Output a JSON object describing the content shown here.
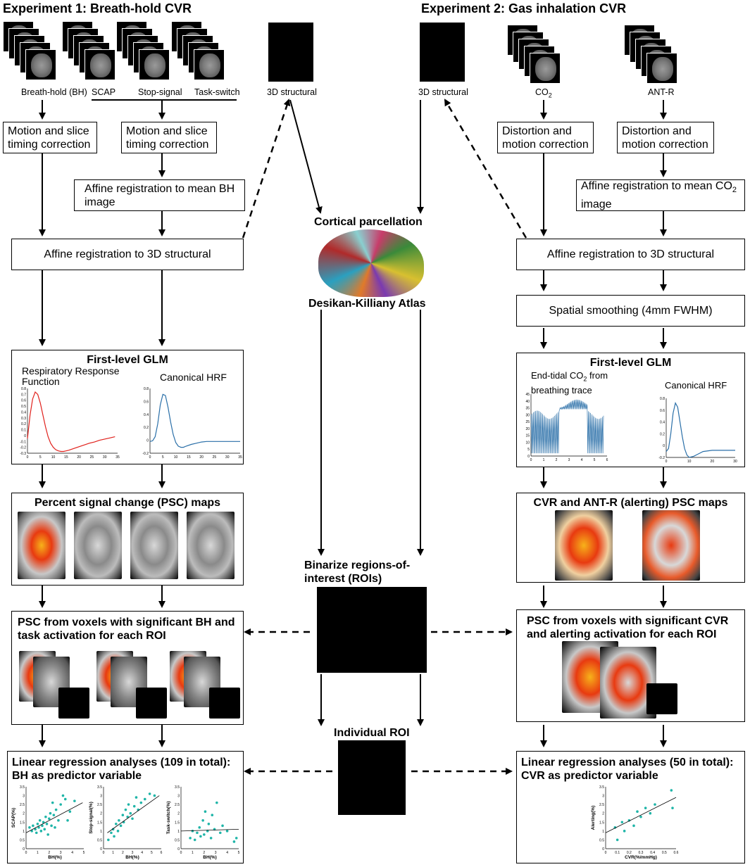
{
  "exp1": {
    "title": "Experiment 1: Breath-hold CVR",
    "inputs": {
      "bh": "Breath-hold (BH)",
      "scap": "SCAP",
      "stop": "Stop-signal",
      "task": "Task-switch",
      "struct": "3D structural"
    },
    "motion1": "Motion and slice timing correction",
    "motion2": "Motion and slice timing correction",
    "affine_mean": "Affine registration to mean BH image",
    "affine_struct": "Affine registration to 3D structural",
    "glm": {
      "title": "First-level GLM",
      "rrf": "Respiratory Response Function",
      "hrf": "Canonical HRF"
    },
    "psc": "Percent signal change (PSC) maps",
    "psc_voxels": "PSC from voxels with significant BH and task activation for each ROI",
    "regression": "Linear regression analyses (109 in total): BH as predictor variable"
  },
  "exp2": {
    "title": "Experiment 2: Gas inhalation CVR",
    "inputs": {
      "struct": "3D structural",
      "co2_main": "CO",
      "co2_sub": "2",
      "antr": "ANT-R"
    },
    "dist1": "Distortion and motion correction",
    "dist2": "Distortion and motion correction",
    "affine_mean_main": "Affine registration to mean CO",
    "affine_mean_sub": "2",
    "affine_mean_tail": "image",
    "affine_struct": "Affine registration to 3D structural",
    "smoothing": "Spatial smoothing (4mm FWHM)",
    "glm": {
      "title": "First-level GLM",
      "etco2_a": "End-tidal CO",
      "etco2_sub": "2",
      "etco2_b": " from",
      "etco2_c": "breathing trace",
      "hrf": "Canonical HRF"
    },
    "psc": "CVR and ANT-R (alerting) PSC maps",
    "psc_voxels": "PSC from voxels with significant CVR and alerting activation for each ROI",
    "regression": "Linear regression analyses (50 in total): CVR as predictor variable"
  },
  "center": {
    "cortical": "Cortical parcellation",
    "atlas": "Desikan-Killiany Atlas",
    "binarize": "Binarize regions-of-interest (ROIs)",
    "individual": "Individual ROI"
  },
  "colors": {
    "rrf": "#e0201b",
    "hrf": "#2a6fa8",
    "scatter": "#1fb5a8",
    "psc_hot": "#e83a10",
    "psc_warm": "#f7b21a"
  },
  "chart_data": [
    {
      "type": "line",
      "name": "rrf",
      "xlim": [
        0,
        35
      ],
      "ylim": [
        -0.3,
        0.8
      ],
      "xticks": [
        "0",
        "5",
        "10",
        "15",
        "20",
        "25",
        "30",
        "35"
      ],
      "yticks": [
        "-0.3",
        "-0.2",
        "-0.1",
        "0",
        "0.1",
        "0.2",
        "0.3",
        "0.4",
        "0.5",
        "0.6",
        "0.7",
        "0.8"
      ],
      "x": [
        0,
        1,
        2,
        3,
        4,
        5,
        6,
        7,
        8,
        9,
        10,
        11,
        12,
        13,
        14,
        15,
        16,
        18,
        20,
        22,
        24,
        26,
        28,
        30,
        32,
        34
      ],
      "y": [
        -0.05,
        0.35,
        0.62,
        0.74,
        0.7,
        0.55,
        0.35,
        0.15,
        -0.02,
        -0.13,
        -0.2,
        -0.24,
        -0.26,
        -0.27,
        -0.27,
        -0.26,
        -0.25,
        -0.22,
        -0.19,
        -0.16,
        -0.13,
        -0.11,
        -0.08,
        -0.06,
        -0.04,
        -0.02
      ]
    },
    {
      "type": "line",
      "name": "hrf",
      "xlim": [
        0,
        35
      ],
      "ylim": [
        -0.2,
        0.9
      ],
      "xticks": [
        "0",
        "5",
        "10",
        "15",
        "20",
        "25",
        "30",
        "35"
      ],
      "yticks": [
        "-0.2",
        "0",
        "0.2",
        "0.4",
        "0.6",
        "0.8"
      ],
      "x": [
        0,
        1,
        2,
        3,
        4,
        5,
        6,
        7,
        8,
        9,
        10,
        11,
        12,
        13,
        14,
        16,
        18,
        20,
        22,
        25,
        30,
        35
      ],
      "y": [
        0,
        0.01,
        0.08,
        0.3,
        0.62,
        0.8,
        0.78,
        0.58,
        0.33,
        0.12,
        -0.02,
        -0.08,
        -0.1,
        -0.1,
        -0.08,
        -0.05,
        -0.03,
        -0.01,
        0,
        0,
        0,
        0
      ]
    },
    {
      "type": "line",
      "name": "etco2",
      "xlim": [
        0,
        6.5
      ],
      "ylim": [
        0,
        45
      ],
      "xticks": [
        "0",
        "1",
        "2",
        "3",
        "4",
        "5",
        "6"
      ],
      "yticks": [
        "0",
        "5",
        "10",
        "15",
        "20",
        "25",
        "30",
        "35",
        "40",
        "45"
      ]
    },
    {
      "type": "line",
      "name": "hrf2",
      "xlim": [
        0,
        30
      ],
      "ylim": [
        -0.1,
        0.9
      ],
      "xticks": [
        "0",
        "10",
        "20",
        "30"
      ],
      "yticks": [
        "-0.2",
        "0",
        "0.2",
        "0.4",
        "0.6",
        "0.8"
      ],
      "x": [
        0,
        1,
        2,
        3,
        4,
        5,
        6,
        7,
        8,
        9,
        10,
        12,
        14,
        16,
        20,
        25,
        30
      ],
      "y": [
        0,
        0.05,
        0.3,
        0.65,
        0.82,
        0.75,
        0.5,
        0.25,
        0.05,
        -0.06,
        -0.1,
        -0.08,
        -0.04,
        0,
        0.02,
        0.02,
        0.02
      ]
    },
    {
      "type": "scatter",
      "name": "scap",
      "xlabel": "BH(%)",
      "ylabel": "SCAP(%)",
      "xlim": [
        0,
        5
      ],
      "ylim": [
        0,
        3.5
      ],
      "xticks": [
        "0",
        "1",
        "2",
        "3",
        "4",
        "5"
      ],
      "yticks": [
        "0",
        "0.5",
        "1",
        "1.5",
        "2",
        "2.5",
        "3",
        "3.5"
      ],
      "points": [
        [
          0.3,
          1.2
        ],
        [
          0.5,
          1.0
        ],
        [
          0.6,
          1.3
        ],
        [
          0.8,
          1.1
        ],
        [
          0.9,
          0.9
        ],
        [
          1.0,
          1.4
        ],
        [
          1.1,
          1.2
        ],
        [
          1.2,
          1.6
        ],
        [
          1.3,
          1.0
        ],
        [
          1.4,
          1.3
        ],
        [
          1.5,
          1.5
        ],
        [
          1.6,
          1.1
        ],
        [
          1.7,
          1.8
        ],
        [
          1.8,
          1.4
        ],
        [
          1.9,
          0.8
        ],
        [
          2.0,
          1.7
        ],
        [
          2.1,
          2.0
        ],
        [
          2.2,
          1.3
        ],
        [
          2.3,
          2.6
        ],
        [
          2.4,
          1.9
        ],
        [
          2.5,
          1.2
        ],
        [
          2.6,
          2.2
        ],
        [
          2.8,
          1.6
        ],
        [
          3.0,
          2.5
        ],
        [
          3.2,
          3.0
        ],
        [
          3.4,
          2.8
        ],
        [
          3.6,
          1.6
        ],
        [
          3.8,
          2.1
        ],
        [
          4.2,
          2.7
        ]
      ],
      "fit": [
        [
          0,
          0.9
        ],
        [
          4.9,
          2.6
        ]
      ]
    },
    {
      "type": "scatter",
      "name": "stop",
      "xlabel": "BH(%)",
      "ylabel": "Stop-signal(%)",
      "xlim": [
        0,
        6
      ],
      "ylim": [
        0,
        3.5
      ],
      "xticks": [
        "0",
        "1",
        "2",
        "3",
        "4",
        "5",
        "6"
      ],
      "yticks": [
        "0",
        "0.5",
        "1",
        "1.5",
        "2",
        "2.5",
        "3",
        "3.5"
      ],
      "points": [
        [
          0.5,
          0.5
        ],
        [
          0.8,
          0.9
        ],
        [
          1.0,
          1.1
        ],
        [
          1.1,
          0.7
        ],
        [
          1.3,
          1.4
        ],
        [
          1.5,
          1.0
        ],
        [
          1.6,
          1.6
        ],
        [
          1.8,
          1.3
        ],
        [
          2.0,
          1.9
        ],
        [
          2.1,
          1.5
        ],
        [
          2.3,
          2.2
        ],
        [
          2.5,
          1.8
        ],
        [
          2.6,
          2.5
        ],
        [
          2.8,
          2.0
        ],
        [
          3.0,
          1.7
        ],
        [
          3.2,
          2.4
        ],
        [
          3.4,
          2.9
        ],
        [
          3.6,
          2.2
        ],
        [
          3.9,
          2.6
        ],
        [
          4.3,
          2.8
        ],
        [
          4.8,
          3.1
        ],
        [
          5.3,
          3.0
        ]
      ],
      "fit": [
        [
          0.4,
          0.9
        ],
        [
          5.8,
          3.0
        ]
      ]
    },
    {
      "type": "scatter",
      "name": "task",
      "xlabel": "BH(%)",
      "ylabel": "Task-switch(%)",
      "xlim": [
        0,
        5
      ],
      "ylim": [
        0,
        3.5
      ],
      "xticks": [
        "0",
        "1",
        "2",
        "3",
        "4",
        "5"
      ],
      "yticks": [
        "0",
        "0.5",
        "1",
        "1.5",
        "2",
        "2.5",
        "3",
        "3.5"
      ],
      "points": [
        [
          0.8,
          0.6
        ],
        [
          1.0,
          1.0
        ],
        [
          1.2,
          0.5
        ],
        [
          1.4,
          0.9
        ],
        [
          1.6,
          1.2
        ],
        [
          1.7,
          0.7
        ],
        [
          1.9,
          1.6
        ],
        [
          2.0,
          0.8
        ],
        [
          2.1,
          2.1
        ],
        [
          2.3,
          1.0
        ],
        [
          2.4,
          1.4
        ],
        [
          2.6,
          0.6
        ],
        [
          2.7,
          1.9
        ],
        [
          2.9,
          1.1
        ],
        [
          3.1,
          2.6
        ],
        [
          3.4,
          0.9
        ],
        [
          3.6,
          1.3
        ],
        [
          4.0,
          1.0
        ],
        [
          4.6,
          0.4
        ],
        [
          4.8,
          0.6
        ]
      ],
      "fit": [
        [
          0,
          1.0
        ],
        [
          5,
          1.1
        ]
      ]
    },
    {
      "type": "scatter",
      "name": "alerting",
      "xlabel": "CVR(%/mmHg)",
      "ylabel": "Alerting(%)",
      "xlim": [
        0,
        0.6
      ],
      "ylim": [
        0,
        3.5
      ],
      "xticks": [
        "0",
        "0.1",
        "0.2",
        "0.3",
        "0.4",
        "0.5",
        "0.6"
      ],
      "yticks": [
        "0",
        "0.5",
        "1",
        "1.5",
        "2",
        "2.5",
        "3",
        "3.5"
      ],
      "points": [
        [
          0.08,
          1.2
        ],
        [
          0.1,
          0.5
        ],
        [
          0.14,
          1.5
        ],
        [
          0.16,
          1.0
        ],
        [
          0.2,
          1.6
        ],
        [
          0.24,
          1.3
        ],
        [
          0.27,
          2.1
        ],
        [
          0.3,
          1.8
        ],
        [
          0.34,
          2.3
        ],
        [
          0.38,
          2.0
        ],
        [
          0.42,
          2.5
        ],
        [
          0.56,
          3.3
        ],
        [
          0.57,
          2.3
        ]
      ],
      "fit": [
        [
          0,
          0.9
        ],
        [
          0.6,
          2.9
        ]
      ]
    }
  ]
}
